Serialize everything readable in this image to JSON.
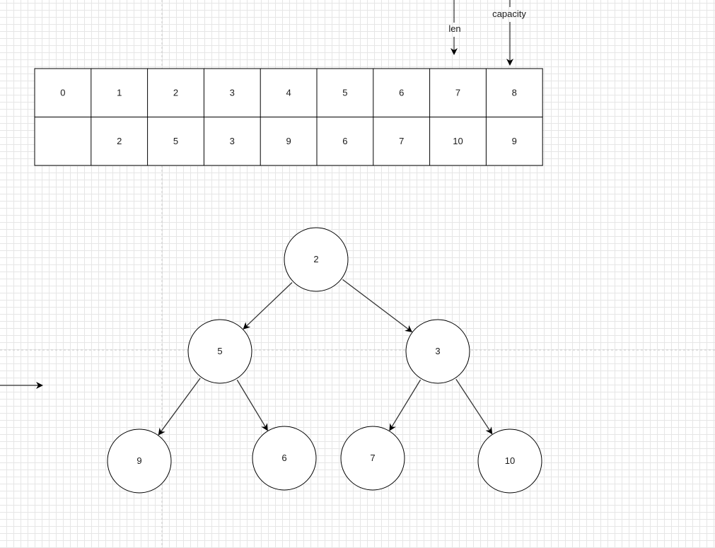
{
  "array": {
    "indices": [
      "0",
      "1",
      "2",
      "3",
      "4",
      "5",
      "6",
      "7",
      "8"
    ],
    "values": [
      "",
      "2",
      "5",
      "3",
      "9",
      "6",
      "7",
      "10",
      "9"
    ]
  },
  "pointers": {
    "len": "len",
    "capacity": "capacity"
  },
  "tree": {
    "nodes": [
      {
        "id": "n1",
        "label": "2"
      },
      {
        "id": "n2",
        "label": "5"
      },
      {
        "id": "n3",
        "label": "3"
      },
      {
        "id": "n4",
        "label": "9"
      },
      {
        "id": "n5",
        "label": "6"
      },
      {
        "id": "n6",
        "label": "7"
      },
      {
        "id": "n7",
        "label": "10"
      }
    ],
    "edges": [
      {
        "from": "n1",
        "to": "n2"
      },
      {
        "from": "n1",
        "to": "n3"
      },
      {
        "from": "n2",
        "to": "n4"
      },
      {
        "from": "n2",
        "to": "n5"
      },
      {
        "from": "n3",
        "to": "n6"
      },
      {
        "from": "n3",
        "to": "n7"
      }
    ]
  },
  "colors": {
    "stroke": "#000000",
    "edge": "#333333",
    "guide": "#c8c8c8"
  }
}
